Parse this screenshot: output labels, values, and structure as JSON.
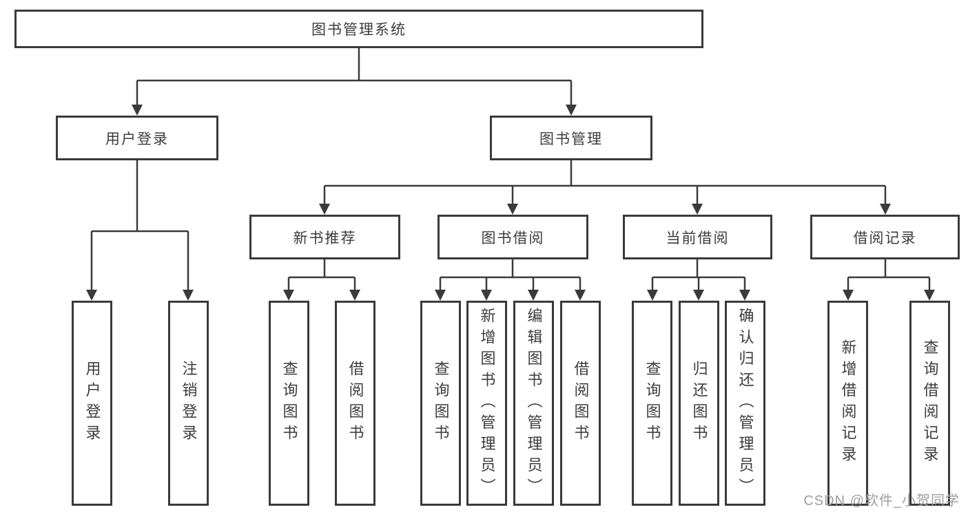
{
  "diagram": {
    "title_node": "图书管理系统",
    "level2": [
      "用户登录",
      "图书管理"
    ],
    "level3": [
      "新书推荐",
      "图书借阅",
      "当前借阅",
      "借阅记录"
    ],
    "leaves": [
      "用户登录",
      "注销登录",
      "查询图书",
      "借阅图书",
      "查询图书",
      "新增图书（管理员）",
      "编辑图书（管理员）",
      "借阅图书",
      "查询图书",
      "归还图书",
      "确认归还（管理员）",
      "新增借阅记录",
      "查询借阅记录"
    ],
    "colors": {
      "line": "#3a3a3a",
      "box_border": "#3a3a3a",
      "text": "#3c3c3c",
      "background": "#ffffff",
      "watermark": "#9e9e9e"
    }
  },
  "watermark": {
    "text": "CSDN @软件_小贺同学"
  }
}
